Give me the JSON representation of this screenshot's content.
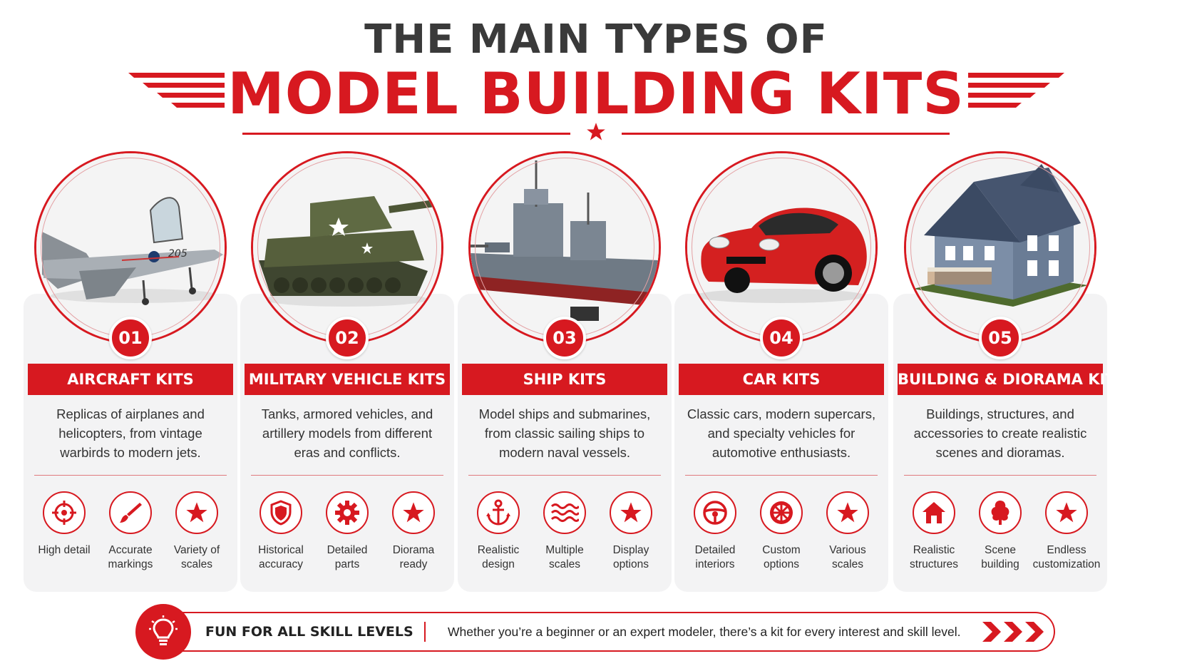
{
  "header": {
    "title_top": "THE MAIN TYPES OF",
    "title_main": "MODEL BUILDING KITS"
  },
  "colors": {
    "accent": "#d71920",
    "card_bg": "#f3f3f4",
    "text": "#333333"
  },
  "kits": [
    {
      "number": "01",
      "title": "AIRCRAFT KITS",
      "image": "fighter-jet-model",
      "description": [
        "Replicas of airplanes and",
        "helicopters, from vintage",
        "warbirds to modern jets."
      ],
      "features": [
        {
          "icon": "crosshair-icon",
          "lines": [
            "High detail"
          ]
        },
        {
          "icon": "paintbrush-icon",
          "lines": [
            "Accurate",
            "markings"
          ]
        },
        {
          "icon": "star-icon",
          "lines": [
            "Variety of",
            "scales"
          ]
        }
      ]
    },
    {
      "number": "02",
      "title": "MILITARY VEHICLE KITS",
      "image": "tank-model",
      "description": [
        "Tanks, armored vehicles, and",
        "artillery models from different",
        "eras and conflicts."
      ],
      "features": [
        {
          "icon": "shield-icon",
          "lines": [
            "Historical",
            "accuracy"
          ]
        },
        {
          "icon": "gear-icon",
          "lines": [
            "Detailed",
            "parts"
          ]
        },
        {
          "icon": "star-icon",
          "lines": [
            "Diorama",
            "ready"
          ]
        }
      ]
    },
    {
      "number": "03",
      "title": "SHIP KITS",
      "image": "battleship-model",
      "description": [
        "Model ships and submarines,",
        "from classic sailing ships to",
        "modern naval vessels."
      ],
      "features": [
        {
          "icon": "anchor-icon",
          "lines": [
            "Realistic",
            "design"
          ]
        },
        {
          "icon": "waves-icon",
          "lines": [
            "Multiple",
            "scales"
          ]
        },
        {
          "icon": "star-icon",
          "lines": [
            "Display",
            "options"
          ]
        }
      ]
    },
    {
      "number": "04",
      "title": "CAR KITS",
      "image": "red-sports-car-model",
      "description": [
        "Classic cars, modern supercars,",
        "and specialty vehicles for",
        "automotive enthusiasts."
      ],
      "features": [
        {
          "icon": "steering-wheel-icon",
          "lines": [
            "Detailed",
            "interiors"
          ]
        },
        {
          "icon": "wheel-rim-icon",
          "lines": [
            "Custom",
            "options"
          ]
        },
        {
          "icon": "star-icon",
          "lines": [
            "Various",
            "scales"
          ]
        }
      ]
    },
    {
      "number": "05",
      "title": "BUILDING & DIORAMA KITS",
      "image": "house-diorama-model",
      "description": [
        "Buildings, structures, and",
        "accessories to create realistic",
        "scenes and dioramas."
      ],
      "features": [
        {
          "icon": "house-icon",
          "lines": [
            "Realistic",
            "structures"
          ]
        },
        {
          "icon": "tree-icon",
          "lines": [
            "Scene",
            "building"
          ]
        },
        {
          "icon": "star-icon",
          "lines": [
            "Endless",
            "customization"
          ]
        }
      ]
    }
  ],
  "footer": {
    "icon": "lightbulb-icon",
    "title": "FUN FOR ALL SKILL LEVELS",
    "text": "Whether you’re a beginner or an expert modeler, there’s a kit for every interest and skill level.",
    "arrows_icon": "triple-chevron-right-icon"
  }
}
